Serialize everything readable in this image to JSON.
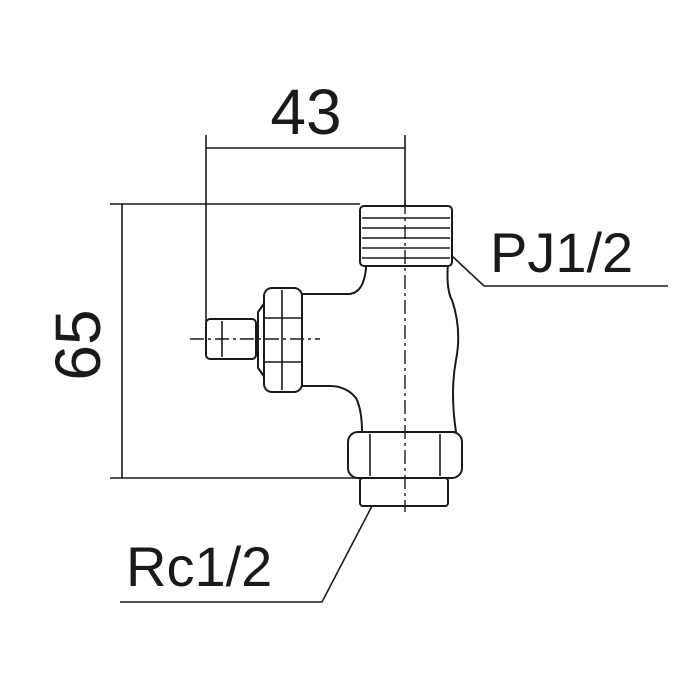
{
  "dimensions": {
    "width_value": "43",
    "height_value": "65"
  },
  "callouts": {
    "top_thread": "PJ1/2",
    "bottom_thread": "Rc1/2"
  }
}
